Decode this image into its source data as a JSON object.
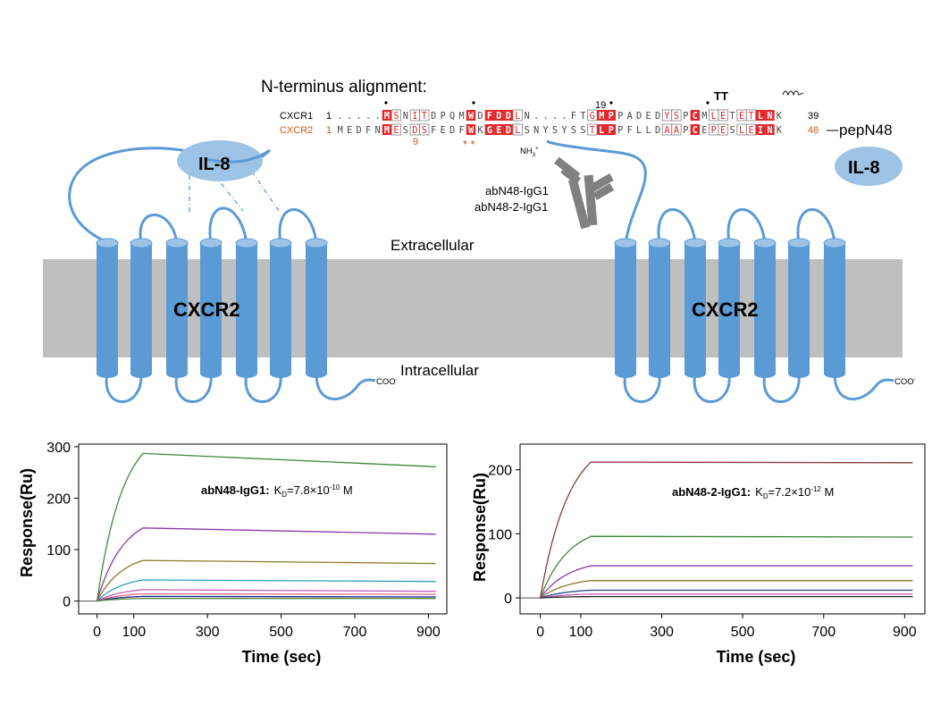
{
  "alignment": {
    "title": "N-terminus  alignment:",
    "pos19": "19",
    "tt": "TT",
    "rows": [
      {
        "name": "CXCR1",
        "start": "1",
        "seq": ".....MSNITDPQMWDFDDLN....FTGMPPADEDYSPCMLETETLNK",
        "end": "39"
      },
      {
        "name": "CXCR2",
        "start": "1",
        "seq": "MEDFNMESDSFEDFWKGEDLSNYSYSSTLPPFLLDAAPCEPESLEINK",
        "end": "48"
      }
    ],
    "nine": "9",
    "stars": "* *",
    "pep_label": "pepN48"
  },
  "diagram": {
    "il8_left": "IL-8",
    "il8_right": "IL-8",
    "receptor_left": "CXCR2",
    "receptor_right": "CXCR2",
    "extracellular": "Extracellular",
    "intracellular": "Intracellular",
    "coo_left": "COO",
    "coo_right": "COO",
    "nh3": "NH",
    "antibody1": "abN48-IgG1",
    "antibody2": "abN48-2-IgG1",
    "colors": {
      "receptor": "#5b9bd5",
      "il8": "#9dc3e6",
      "membrane": "#bfbfbf",
      "antibody": "#808080",
      "conserved": "#e3262a",
      "cxcr2_label": "#c55a11"
    }
  },
  "chart_data": [
    {
      "type": "line",
      "title": "",
      "annotation_name": "abN48-IgG1:",
      "annotation_kd": "K",
      "annotation_kd_sub": "D",
      "annotation_value": "=7.8×10",
      "annotation_exp": "-10",
      "annotation_unit": " M",
      "xlabel": "Time (sec)",
      "ylabel": "Response(Ru)",
      "xlim": [
        -50,
        950
      ],
      "ylim": [
        -25,
        305
      ],
      "x_ticks": [
        0,
        100,
        300,
        500,
        700,
        900
      ],
      "y_ticks": [
        0,
        100,
        200,
        300
      ],
      "grid": false,
      "association_end": 125,
      "x_end": 920,
      "series": [
        {
          "color": "#3a8a3a",
          "peak": 287,
          "end": 261
        },
        {
          "color": "#8a3aa8",
          "peak": 142,
          "end": 130
        },
        {
          "color": "#8a7a2a",
          "peak": 79,
          "end": 73
        },
        {
          "color": "#2aa0b8",
          "peak": 41,
          "end": 38
        },
        {
          "color": "#c060c0",
          "peak": 22,
          "end": 19
        },
        {
          "color": "#e06a8a",
          "peak": 14,
          "end": 13
        },
        {
          "color": "#1a2a8a",
          "peak": 9,
          "end": 8
        },
        {
          "color": "#5a8a3a",
          "peak": 5,
          "end": 5
        }
      ]
    },
    {
      "type": "line",
      "title": "",
      "annotation_name": "abN48-2-IgG1:",
      "annotation_kd": "K",
      "annotation_kd_sub": "D",
      "annotation_value": "=7.2×10",
      "annotation_exp": "-12",
      "annotation_unit": " M",
      "xlabel": "Time (sec)",
      "ylabel": "Response(Ru)",
      "xlim": [
        -50,
        950
      ],
      "ylim": [
        -25,
        240
      ],
      "x_ticks": [
        0,
        100,
        300,
        500,
        700,
        900
      ],
      "y_ticks": [
        0,
        100,
        200
      ],
      "grid": false,
      "association_end": 125,
      "x_end": 920,
      "series": [
        {
          "color": "#8a3a3a",
          "peak": 212,
          "end": 211
        },
        {
          "color": "#3a8a3a",
          "peak": 96,
          "end": 95
        },
        {
          "color": "#8a3aa8",
          "peak": 50,
          "end": 50
        },
        {
          "color": "#8a7a2a",
          "peak": 27,
          "end": 27
        },
        {
          "color": "#2a4a8a",
          "peak": 12,
          "end": 12
        },
        {
          "color": "#c060c0",
          "peak": 6,
          "end": 6
        },
        {
          "color": "#202020",
          "peak": 2,
          "end": 2
        }
      ]
    }
  ]
}
